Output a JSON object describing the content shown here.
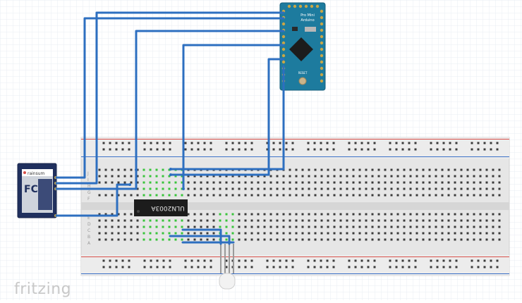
{
  "app": {
    "brand": "fritzing"
  },
  "breadboard": {
    "rows_top": [
      "J",
      "I",
      "H",
      "G",
      "F"
    ],
    "rows_bottom": [
      "E",
      "D",
      "C",
      "B",
      "A"
    ]
  },
  "ic": {
    "label": "ULN2003A"
  },
  "rf_module": {
    "brand": "rainsum",
    "cert": "FC"
  },
  "arduino": {
    "title": "Pro Mini",
    "subtitle": "Arduino",
    "reset_label": "RESET"
  },
  "colors": {
    "wire": "#2d6fc0",
    "breadboard": "#e6e6e6",
    "rail_red": "#d8504a",
    "rail_blue": "#3a6fc6",
    "arduino_pcb": "#1d7b9e",
    "ic_body": "#1c1c1c",
    "connected_hole": "#38c43b"
  }
}
